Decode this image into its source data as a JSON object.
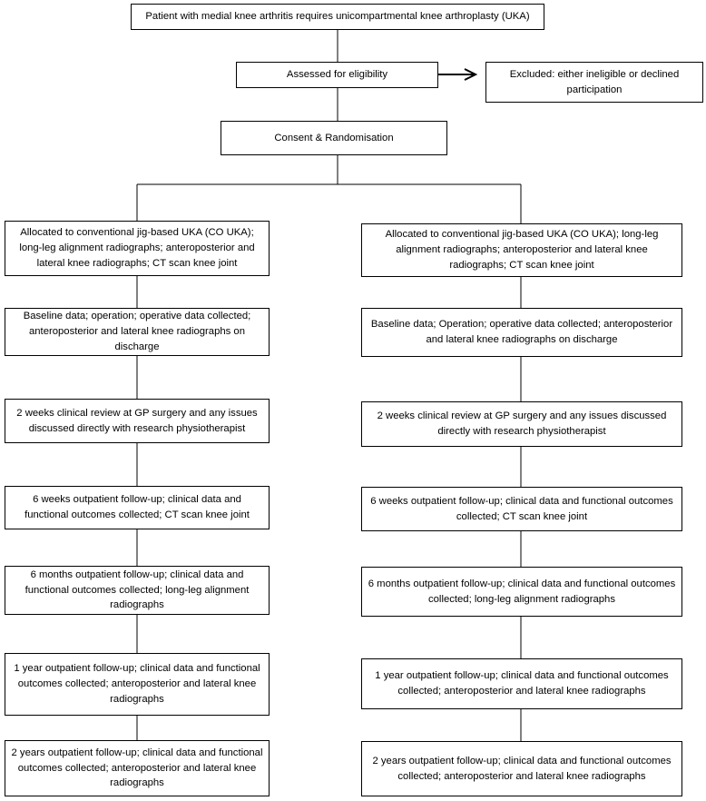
{
  "top": {
    "patient": "Patient with medial knee arthritis requires unicompartmental knee arthroplasty (UKA)",
    "eligibility": "Assessed for eligibility",
    "excluded": "Excluded: either ineligible or declined participation",
    "consent": "Consent & Randomisation"
  },
  "left": {
    "allocation": "Allocated to conventional jig-based UKA (CO UKA); long-leg alignment radiographs; anteroposterior and lateral knee radiographs; CT scan knee joint",
    "baseline": "Baseline data; operation; operative data collected; anteroposterior and lateral knee radiographs on discharge",
    "week2": "2 weeks clinical review at GP surgery and any issues discussed directly with research physiotherapist",
    "week6": "6 weeks outpatient follow-up; clinical data and functional outcomes collected; CT scan knee joint",
    "month6": "6 months outpatient follow-up; clinical data and functional outcomes collected; long-leg alignment radiographs",
    "year1": "1 year outpatient follow-up; clinical data and functional outcomes collected; anteroposterior and lateral knee radiographs",
    "year2": "2 years outpatient follow-up; clinical data and functional outcomes collected; anteroposterior and lateral knee radiographs"
  },
  "right": {
    "allocation": "Allocated to conventional jig-based UKA (CO UKA); long-leg alignment radiographs; anteroposterior and lateral knee radiographs; CT scan knee joint",
    "baseline": "Baseline data; Operation; operative data collected; anteroposterior and lateral knee radiographs on discharge",
    "week2": "2 weeks clinical review at GP surgery and any issues discussed directly with research physiotherapist",
    "week6": "6 weeks outpatient follow-up; clinical data and functional outcomes collected; CT scan knee joint",
    "month6": "6 months outpatient follow-up; clinical data and functional outcomes collected; long-leg alignment radiographs",
    "year1": "1 year outpatient follow-up; clinical data and functional outcomes collected; anteroposterior and lateral knee radiographs",
    "year2": "2 years outpatient follow-up; clinical data and functional outcomes collected; anteroposterior and lateral knee radiographs"
  }
}
